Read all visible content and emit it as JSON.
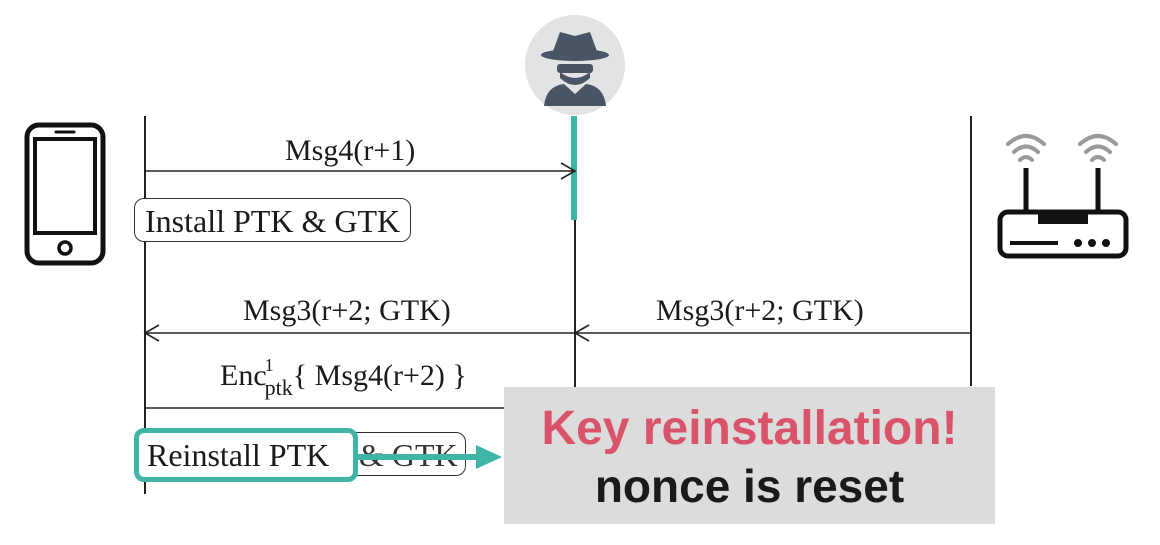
{
  "messages": {
    "msg4": "Msg4(r+1)",
    "msg3_left": "Msg3(r+2; GTK)",
    "msg3_right": "Msg3(r+2; GTK)",
    "enc_main": "Enc",
    "enc_sup": "1",
    "enc_sub": "ptk",
    "enc_payload": "{ Msg4(r+2) }"
  },
  "boxes": {
    "install": "Install PTK & GTK",
    "reinstall_left": "Reinstall PTK",
    "reinstall_right": "& GTK"
  },
  "overlay": {
    "line1": "Key reinstallation!",
    "line2": "nonce is reset"
  },
  "colors": {
    "accent_teal": "#3fb5a6",
    "alert_red": "#d9536a",
    "overlay_gray": "#dcdcdc"
  },
  "icons": {
    "client": "smartphone-icon",
    "attacker": "spy-icon",
    "ap": "router-icon"
  }
}
